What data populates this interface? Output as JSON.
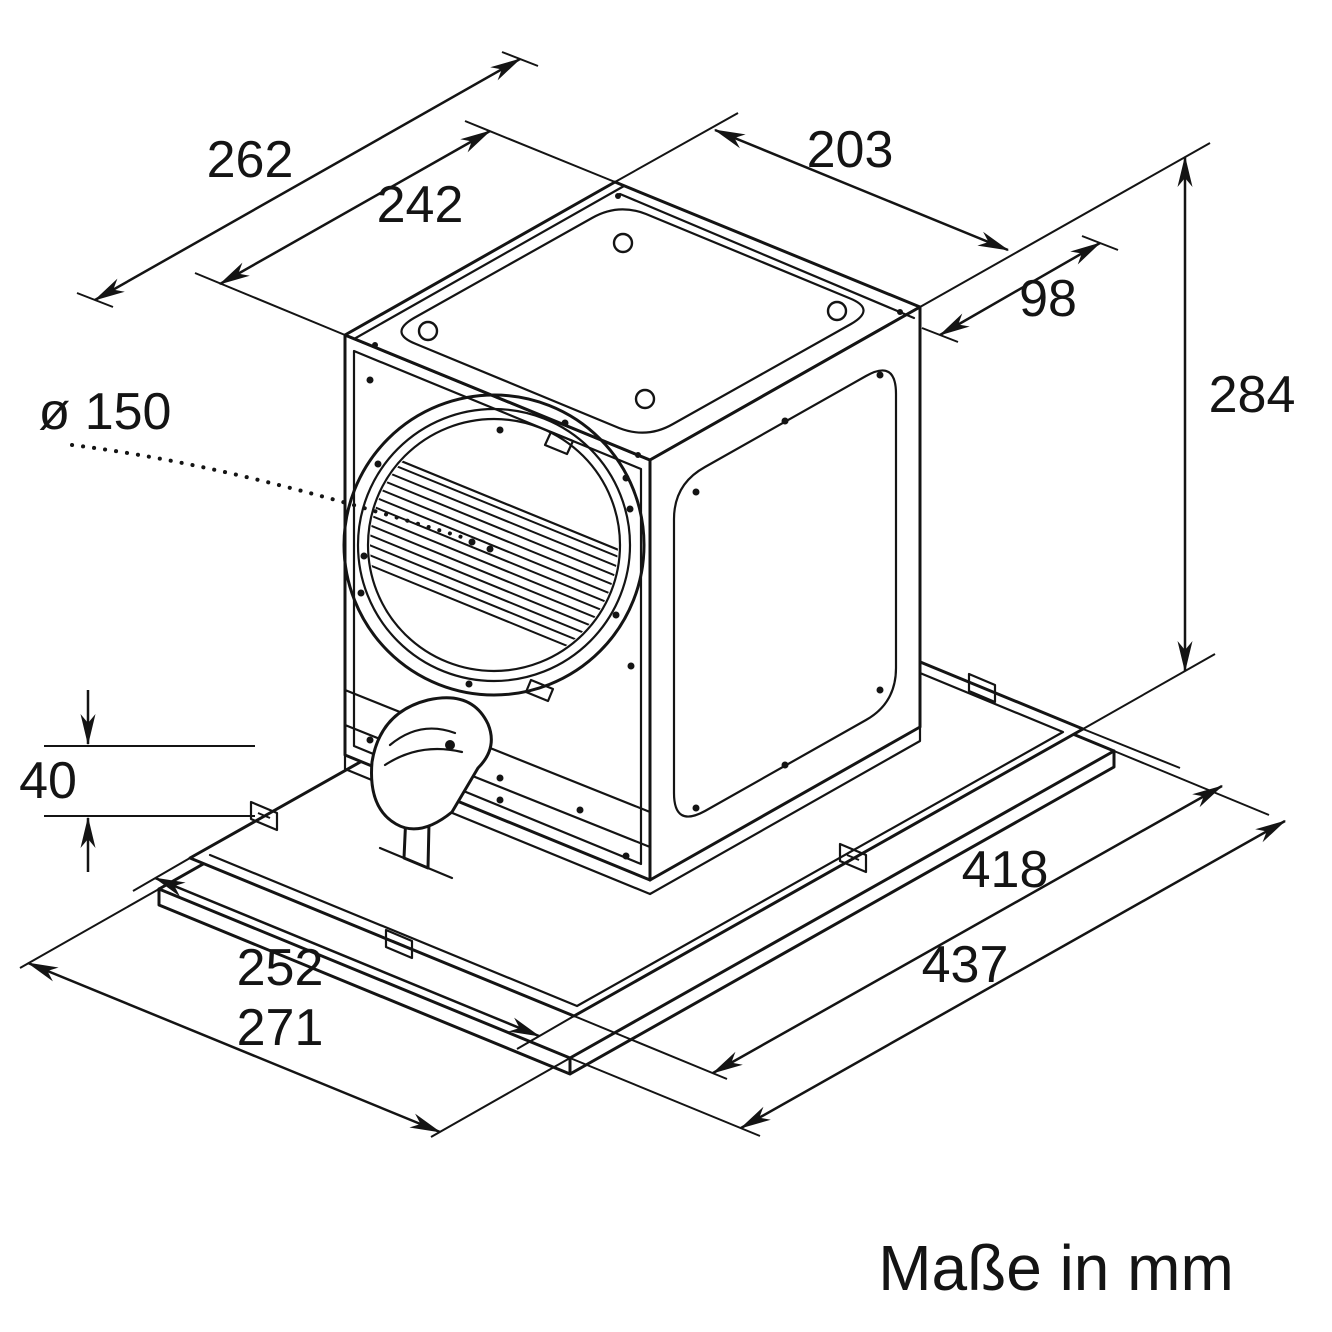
{
  "colors": {
    "line": "#141414",
    "background": "#ffffff"
  },
  "unit_note": "Maße in mm",
  "dimensions": {
    "top_depth_outer": "262",
    "top_depth_inner": "242",
    "top_width": "203",
    "rear_offset": "98",
    "housing_height": "284",
    "duct_diameter": "ø 150",
    "panel_thickness": "40",
    "base_length_inner": "418",
    "base_length_outer": "437",
    "base_width_inner": "252",
    "base_width_outer": "271"
  }
}
